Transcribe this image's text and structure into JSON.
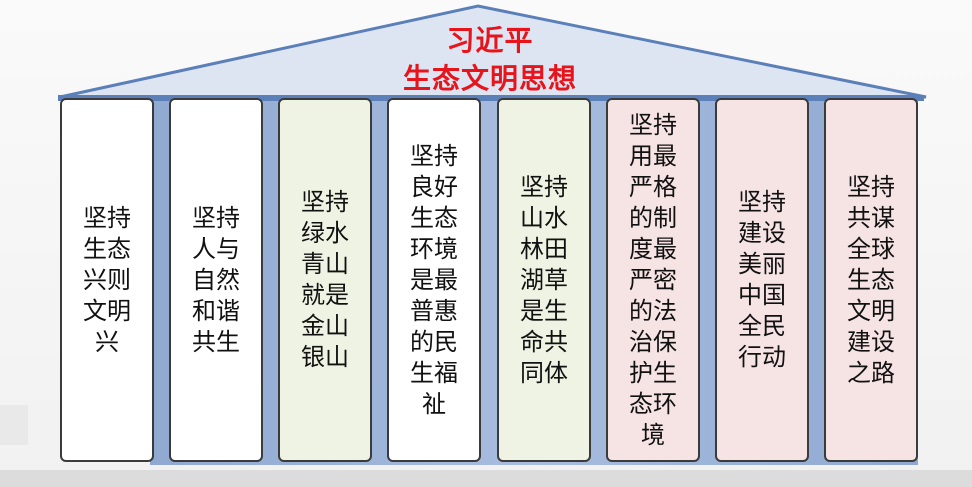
{
  "title": {
    "line1": "习近平",
    "line2": "生态文明思想"
  },
  "colors": {
    "roof_fill": "#dde5f2",
    "roof_stroke": "#5b7fb8",
    "title": "#e8141c",
    "pillar_white": "#ffffff",
    "pillar_green": "#eef3e3",
    "pillar_pink": "#f6e3e3"
  },
  "pillars": [
    {
      "text": "坚持\n生态\n兴则\n文明\n兴",
      "tone": "white"
    },
    {
      "text": "坚持\n人与\n自然\n和谐\n共生",
      "tone": "white"
    },
    {
      "text": "坚持\n绿水\n青山\n就是\n金山\n银山",
      "tone": "green"
    },
    {
      "text": "坚持\n良好\n生态\n环境\n是最\n普惠\n的民\n生福\n祉",
      "tone": "white"
    },
    {
      "text": "坚持\n山水\n林田\n湖草\n是生\n命共\n同体",
      "tone": "green"
    },
    {
      "text": "坚持\n用最\n严格\n的制\n度最\n严密\n的法\n治保\n护生\n态环\n境",
      "tone": "pink"
    },
    {
      "text": "坚持\n建设\n美丽\n中国\n全民\n行动",
      "tone": "pink"
    },
    {
      "text": "坚持\n共谋\n全球\n生态\n文明\n建设\n之路",
      "tone": "pink"
    }
  ]
}
